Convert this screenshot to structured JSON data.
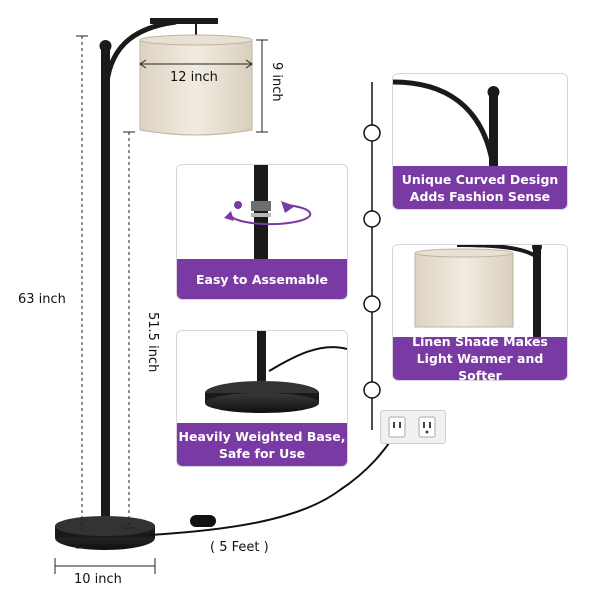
{
  "dimensions": {
    "shade_width": "12 inch",
    "shade_height": "9 inch",
    "total_height": "63 inch",
    "pole_height": "51.5 inch",
    "base_width": "10 inch",
    "cord_length": "( 5 Feet )"
  },
  "features": [
    {
      "caption_line1": "Unique Curved Design",
      "caption_line2": "Adds Fashion Sense"
    },
    {
      "caption_line1": "Easy to Assemable",
      "caption_line2": ""
    },
    {
      "caption_line1": "Linen Shade Makes",
      "caption_line2": "Light Warmer and Softer"
    },
    {
      "caption_line1": "Heavily Weighted Base,",
      "caption_line2": "Safe for Use"
    }
  ],
  "colors": {
    "accent_purple": "#7a3aa3",
    "lamp_black": "#1a1a1a",
    "linen": "#e9e1d3"
  },
  "icons": [
    "rotate-arrow-icon",
    "power-outlet-icon",
    "foot-switch-icon"
  ]
}
